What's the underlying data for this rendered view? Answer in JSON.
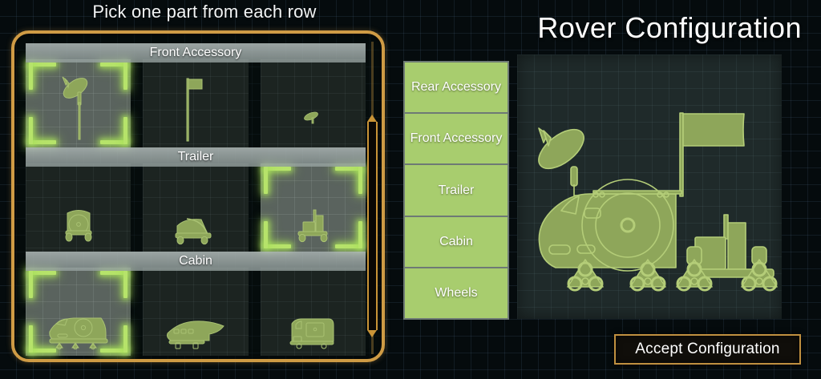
{
  "screen": {
    "hint_title": "Pick one part from each row",
    "page_title": "Rover Configuration"
  },
  "colors": {
    "frame_orange": "#cf9b45",
    "category_green": "#a8cd6e",
    "selection_glow": "#b6e36a",
    "part_green": "#8ea65a",
    "background": "#050b0d",
    "preview_background": "#1f2a2a"
  },
  "catalog": {
    "rows": [
      {
        "header": "Front Accessory",
        "cells": [
          {
            "part": "satellite-dish",
            "selected": true
          },
          {
            "part": "flag",
            "selected": false
          },
          {
            "part": "small-antenna",
            "selected": false
          }
        ]
      },
      {
        "header": "Trailer",
        "cells": [
          {
            "part": "drum-trailer",
            "selected": false
          },
          {
            "part": "cargo-trailer",
            "selected": false
          },
          {
            "part": "tower-trailer",
            "selected": true
          }
        ]
      },
      {
        "header": "Cabin",
        "cells": [
          {
            "part": "dome-cabin",
            "selected": true
          },
          {
            "part": "sleek-cabin",
            "selected": false
          },
          {
            "part": "boxy-cabin",
            "selected": false
          }
        ]
      }
    ]
  },
  "categories": {
    "items": [
      {
        "label": "Rear Accessory"
      },
      {
        "label": "Front Accessory"
      },
      {
        "label": "Trailer"
      },
      {
        "label": "Cabin"
      },
      {
        "label": "Wheels"
      }
    ]
  },
  "preview": {
    "name": "rover-preview",
    "parts": [
      "satellite-dish",
      "flag",
      "dome-cabin",
      "tower-trailer",
      "wheels"
    ]
  },
  "actions": {
    "accept_label": "Accept Configuration"
  }
}
